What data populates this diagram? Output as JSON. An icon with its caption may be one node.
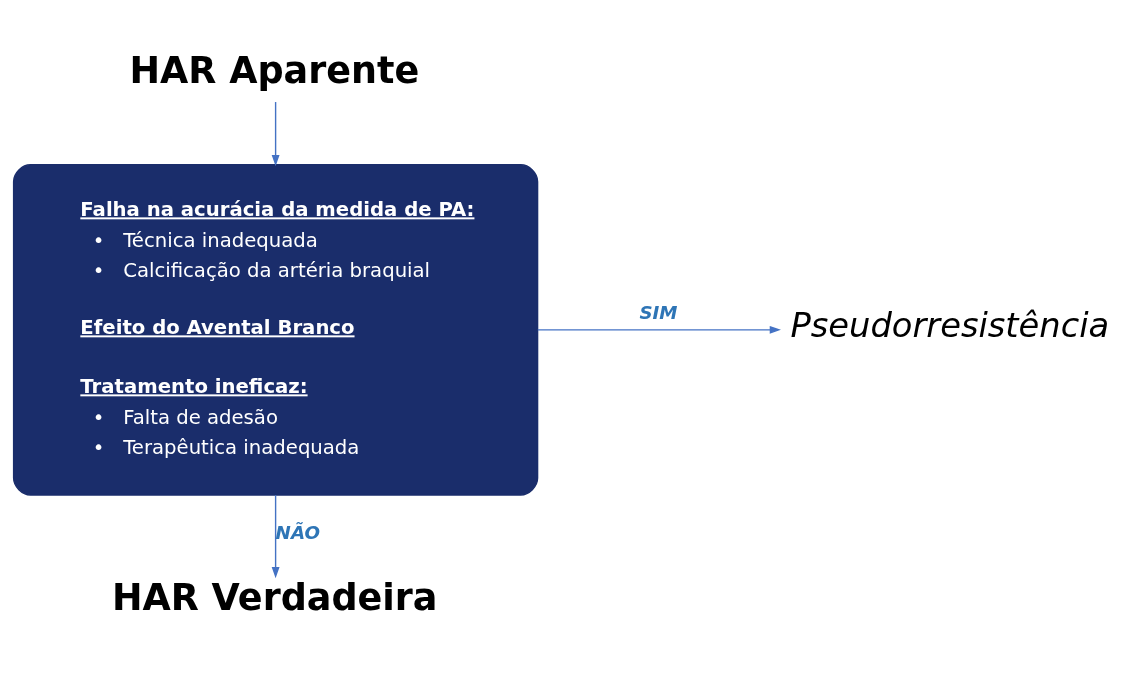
{
  "diagram": {
    "nodes": [
      {
        "text": [
          "HAR Aparente"
        ]
      },
      {
        "text": [
          "Falha na acurácia da medida de PA:",
          "•   Técnica inadequada",
          "•   Calcificação da artéria braquial",
          "Efeito do Avental Branco",
          "Tratamento ineficaz:",
          "•   Falta de adesão",
          "•   Terapêutica inadequada"
        ]
      },
      {
        "text": [
          "Pseudorresistência"
        ]
      },
      {
        "text": [
          "HAR Verdadeira"
        ]
      }
    ],
    "edges": [
      {
        "from": 0,
        "to": 1,
        "arrow": "to"
      },
      {
        "from": 1,
        "to": 2,
        "arrow": "to",
        "label": "SIM"
      },
      {
        "from": 1,
        "to": 3,
        "arrow": "to",
        "label": "NÃO"
      }
    ]
  }
}
